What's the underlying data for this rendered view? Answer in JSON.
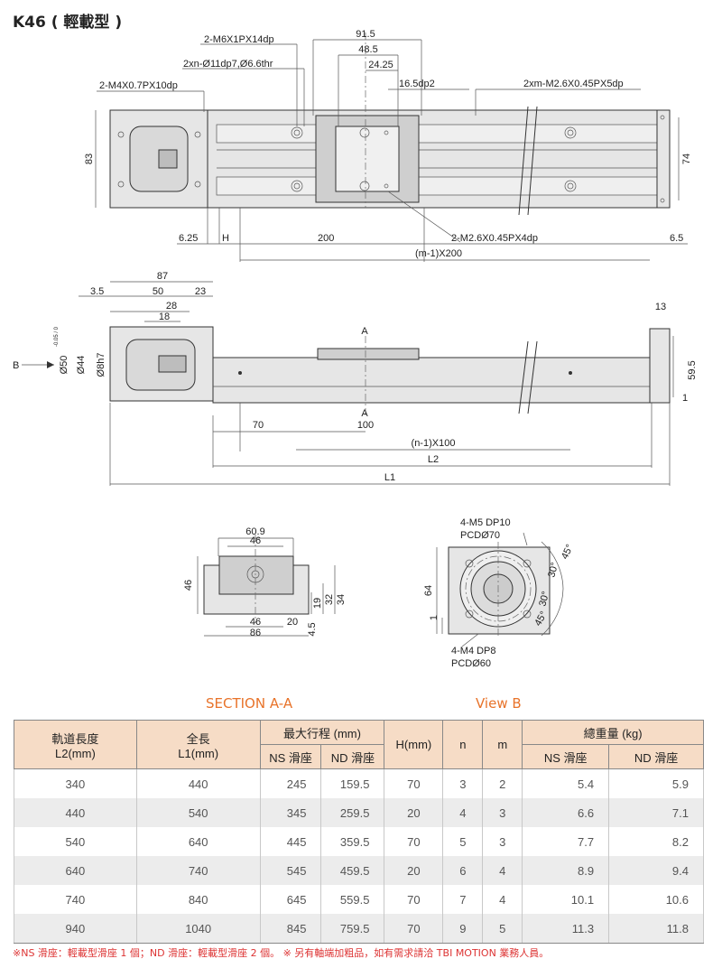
{
  "title": "K46 ( 輕載型 )",
  "top_view": {
    "labels": [
      "2-M6X1PX14dp",
      "2xn-Ø11dp7,Ø6.6thr",
      "2-M4X0.7PX10dp",
      "91.5",
      "48.5",
      "24.25",
      "16.5dp2",
      "2xm-M2.6X0.45PX5dp",
      "83",
      "74",
      "6.25",
      "H",
      "200",
      "2-M2.6X0.45PX4dp",
      "(m-1)X200",
      "6.5"
    ]
  },
  "side_view": {
    "labels": [
      "87",
      "3.5",
      "50",
      "23",
      "28",
      "18",
      "13",
      "B",
      "Ø50",
      "Ø44",
      "Ø8h7",
      "A",
      "A",
      "59.5",
      "1",
      "70",
      "100",
      "(n-1)X100",
      "L2",
      "L1"
    ],
    "tolerance": "-0.05 / 0"
  },
  "section_view": {
    "labels": [
      "60.9",
      "46",
      "46",
      "19",
      "32",
      "34",
      "46",
      "20",
      "86",
      "4.5"
    ]
  },
  "view_b": {
    "labels": [
      "4-M5 DP10",
      "PCDØ70",
      "45°",
      "30°",
      "30°",
      "45°",
      "64",
      "1",
      "4-M4 DP8",
      "PCDØ60"
    ]
  },
  "captions": {
    "section": "SECTION A-A",
    "view_b": "View B"
  },
  "table": {
    "headers": {
      "l2": "軌道長度\nL2(mm)",
      "l1": "全長\nL1(mm)",
      "stroke": "最大行程 (mm)",
      "stroke_ns": "NS 滑座",
      "stroke_nd": "ND 滑座",
      "h": "H(mm)",
      "n": "n",
      "m": "m",
      "weight": "總重量 (kg)",
      "weight_ns": "NS 滑座",
      "weight_nd": "ND 滑座"
    },
    "rows": [
      [
        "340",
        "440",
        "245",
        "159.5",
        "70",
        "3",
        "2",
        "5.4",
        "5.9"
      ],
      [
        "440",
        "540",
        "345",
        "259.5",
        "20",
        "4",
        "3",
        "6.6",
        "7.1"
      ],
      [
        "540",
        "640",
        "445",
        "359.5",
        "70",
        "5",
        "3",
        "7.7",
        "8.2"
      ],
      [
        "640",
        "740",
        "545",
        "459.5",
        "20",
        "6",
        "4",
        "8.9",
        "9.4"
      ],
      [
        "740",
        "840",
        "645",
        "559.5",
        "70",
        "7",
        "4",
        "10.1",
        "10.6"
      ],
      [
        "940",
        "1040",
        "845",
        "759.5",
        "70",
        "9",
        "5",
        "11.3",
        "11.8"
      ]
    ]
  },
  "footnote": "※NS 滑座：輕載型滑座 1 個；ND 滑座：輕載型滑座 2 個。 ※ 另有軸端加粗品，如有需求請洽 TBI MOTION 業務人員。",
  "colors": {
    "caption": "#e8732a",
    "header_bg": "#f6dcc6",
    "footnote": "#dd3333"
  }
}
